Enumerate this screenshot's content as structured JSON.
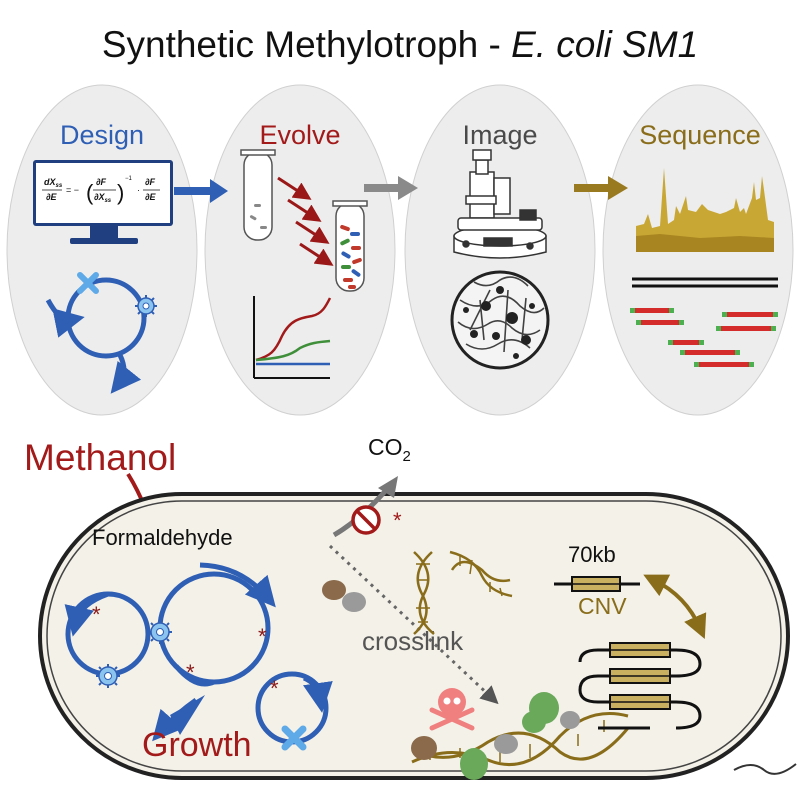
{
  "title": {
    "main": "Synthetic Methylotroph - ",
    "italic": "E. coli SM1"
  },
  "panels": [
    {
      "label": "Design",
      "color": "#2f5fb5"
    },
    {
      "label": "Evolve",
      "color": "#a21a1a"
    },
    {
      "label": "Image",
      "color": "#4a4a4a"
    },
    {
      "label": "Sequence",
      "color": "#8a6d1a"
    }
  ],
  "equation": {
    "lhs_num": "dX",
    "lhs_num_sub": "ss",
    "lhs_den": "∂E",
    "eq": "= −",
    "mid_num": "∂F",
    "mid_den": "∂X",
    "mid_den_sub": "ss",
    "exp": "−1",
    "dot": "·",
    "rhs_num": "∂F",
    "rhs_den": "∂E"
  },
  "cell": {
    "methanol": "Methanol",
    "co2": "CO",
    "co2_sub": "2",
    "formaldehyde": "Formaldehyde",
    "crosslink": "crosslink",
    "growth": "Growth",
    "kb": "70kb",
    "cnv": "CNV",
    "star": "*"
  },
  "colors": {
    "blue": "#2f5fb5",
    "red": "#a21a1a",
    "gold": "#8a6d1a",
    "green": "#3f8f3a",
    "panel_bg": "#ededed"
  }
}
